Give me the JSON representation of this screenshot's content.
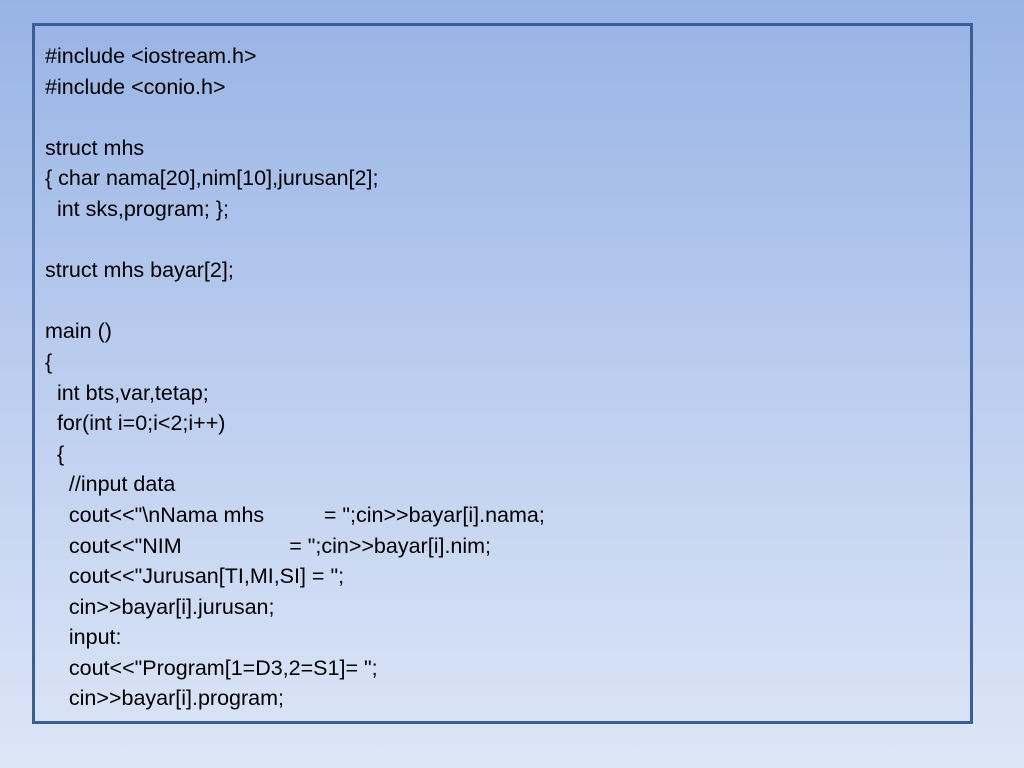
{
  "code": {
    "lines": [
      "#include <iostream.h>",
      "#include <conio.h>",
      "",
      "struct mhs",
      "{ char nama[20],nim[10],jurusan[2];",
      "  int sks,program; };",
      "",
      "struct mhs bayar[2];",
      "",
      "main ()",
      "{",
      "  int bts,var,tetap;",
      "  for(int i=0;i<2;i++)",
      "  {",
      "    //input data",
      "    cout<<\"\\nNama mhs          = \";cin>>bayar[i].nama;",
      "    cout<<\"NIM                  = \";cin>>bayar[i].nim;",
      "    cout<<\"Jurusan[TI,MI,SI] = \";",
      "    cin>>bayar[i].jurusan;",
      "    input:",
      "    cout<<\"Program[1=D3,2=S1]= \";",
      "    cin>>bayar[i].program;"
    ]
  }
}
